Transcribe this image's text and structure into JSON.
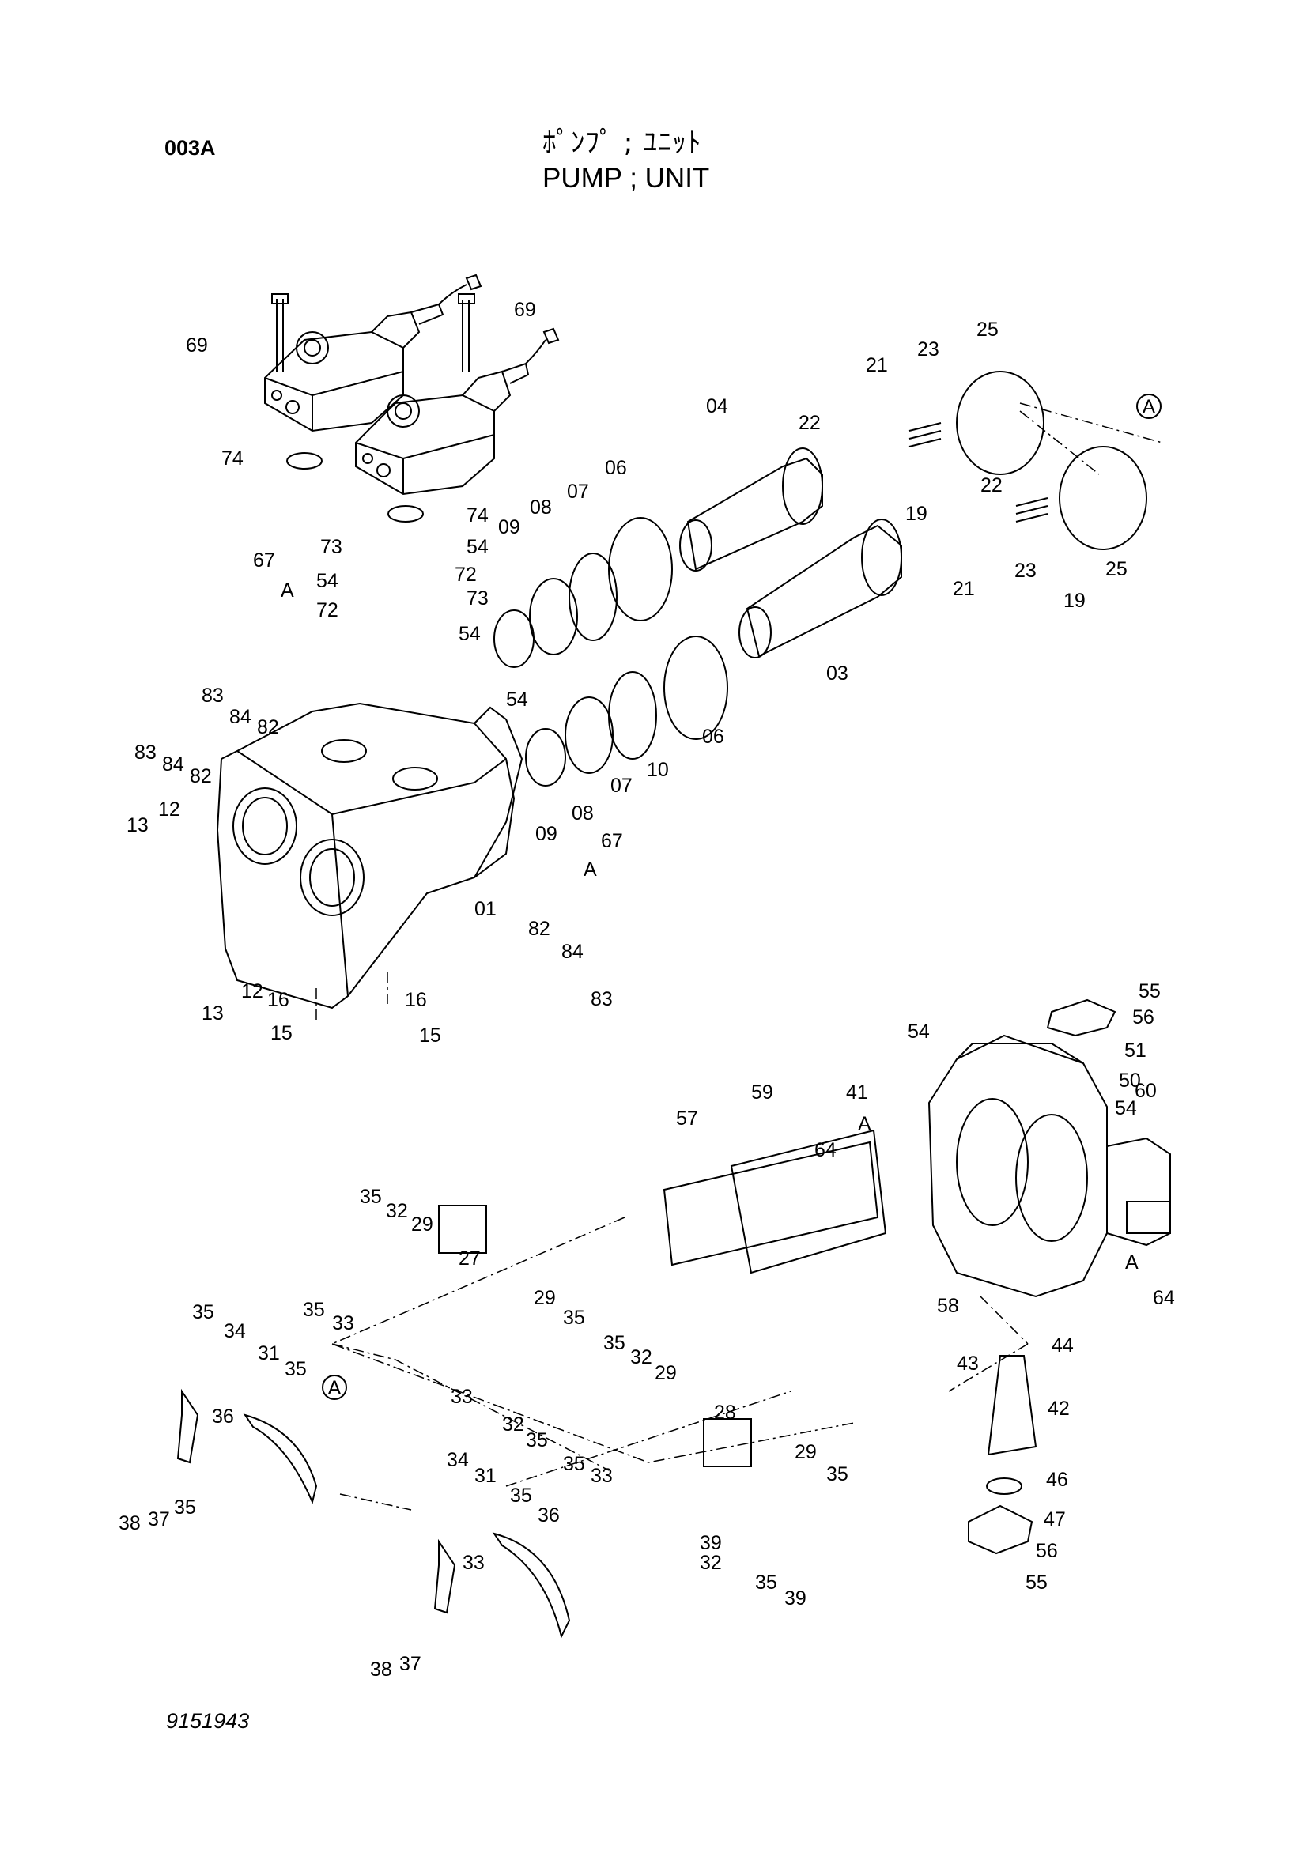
{
  "page_code": "003A",
  "title_jp": "ﾎﾟﾝﾌﾟ ; ﾕﾆｯﾄ",
  "title_en": "PUMP ; UNIT",
  "footer_code": "9151943",
  "ref_marker": "A",
  "callouts": [
    {
      "id": "c69a",
      "text": "69"
    },
    {
      "id": "c69b",
      "text": "69"
    },
    {
      "id": "c74a",
      "text": "74"
    },
    {
      "id": "c74b",
      "text": "74"
    },
    {
      "id": "c04",
      "text": "04"
    },
    {
      "id": "c21a",
      "text": "21"
    },
    {
      "id": "c23a",
      "text": "23"
    },
    {
      "id": "c25a",
      "text": "25"
    },
    {
      "id": "c22a",
      "text": "22"
    },
    {
      "id": "c19a",
      "text": "19"
    },
    {
      "id": "c22b",
      "text": "22"
    },
    {
      "id": "c21b",
      "text": "21"
    },
    {
      "id": "c23b",
      "text": "23"
    },
    {
      "id": "c25b",
      "text": "25"
    },
    {
      "id": "c19b",
      "text": "19"
    },
    {
      "id": "c03",
      "text": "03"
    },
    {
      "id": "c06a",
      "text": "06"
    },
    {
      "id": "c07a",
      "text": "07"
    },
    {
      "id": "c08a",
      "text": "08"
    },
    {
      "id": "c09a",
      "text": "09"
    },
    {
      "id": "c73a",
      "text": "73"
    },
    {
      "id": "c54a",
      "text": "54"
    },
    {
      "id": "c54b",
      "text": "54"
    },
    {
      "id": "c72a",
      "text": "72"
    },
    {
      "id": "c72b",
      "text": "72"
    },
    {
      "id": "c73b",
      "text": "73"
    },
    {
      "id": "c54c",
      "text": "54"
    },
    {
      "id": "c67a",
      "text": "67"
    },
    {
      "id": "cA1",
      "text": "A"
    },
    {
      "id": "c83a",
      "text": "83"
    },
    {
      "id": "c84a",
      "text": "84"
    },
    {
      "id": "c82a",
      "text": "82"
    },
    {
      "id": "c83b",
      "text": "83"
    },
    {
      "id": "c84b",
      "text": "84"
    },
    {
      "id": "c82b",
      "text": "82"
    },
    {
      "id": "c54d",
      "text": "54"
    },
    {
      "id": "c06b",
      "text": "06"
    },
    {
      "id": "c10",
      "text": "10"
    },
    {
      "id": "c07b",
      "text": "07"
    },
    {
      "id": "c08b",
      "text": "08"
    },
    {
      "id": "c09b",
      "text": "09"
    },
    {
      "id": "c67b",
      "text": "67"
    },
    {
      "id": "cA2",
      "text": "A"
    },
    {
      "id": "c13a",
      "text": "13"
    },
    {
      "id": "c12a",
      "text": "12"
    },
    {
      "id": "c12b",
      "text": "12"
    },
    {
      "id": "c13b",
      "text": "13"
    },
    {
      "id": "c01",
      "text": "01"
    },
    {
      "id": "c82c",
      "text": "82"
    },
    {
      "id": "c84c",
      "text": "84"
    },
    {
      "id": "c83c",
      "text": "83"
    },
    {
      "id": "c16a",
      "text": "16"
    },
    {
      "id": "c15a",
      "text": "15"
    },
    {
      "id": "c16b",
      "text": "16"
    },
    {
      "id": "c15b",
      "text": "15"
    },
    {
      "id": "c55a",
      "text": "55"
    },
    {
      "id": "c56a",
      "text": "56"
    },
    {
      "id": "c51",
      "text": "51"
    },
    {
      "id": "c54e",
      "text": "54"
    },
    {
      "id": "c50",
      "text": "50"
    },
    {
      "id": "c54f",
      "text": "54"
    },
    {
      "id": "c41",
      "text": "41"
    },
    {
      "id": "c60",
      "text": "60"
    },
    {
      "id": "c59",
      "text": "59"
    },
    {
      "id": "c57",
      "text": "57"
    },
    {
      "id": "cA3",
      "text": "A"
    },
    {
      "id": "c64a",
      "text": "64"
    },
    {
      "id": "c58",
      "text": "58"
    },
    {
      "id": "cA4",
      "text": "A"
    },
    {
      "id": "c64b",
      "text": "64"
    },
    {
      "id": "c44",
      "text": "44"
    },
    {
      "id": "c43",
      "text": "43"
    },
    {
      "id": "c42",
      "text": "42"
    },
    {
      "id": "c46",
      "text": "46"
    },
    {
      "id": "c47",
      "text": "47"
    },
    {
      "id": "c56b",
      "text": "56"
    },
    {
      "id": "c55b",
      "text": "55"
    },
    {
      "id": "c35a",
      "text": "35"
    },
    {
      "id": "c32a",
      "text": "32"
    },
    {
      "id": "c29a",
      "text": "29"
    },
    {
      "id": "c27",
      "text": "27"
    },
    {
      "id": "c35b",
      "text": "35"
    },
    {
      "id": "c33a",
      "text": "33"
    },
    {
      "id": "c29b",
      "text": "29"
    },
    {
      "id": "c35c",
      "text": "35"
    },
    {
      "id": "c35d",
      "text": "35"
    },
    {
      "id": "c34a",
      "text": "34"
    },
    {
      "id": "c31a",
      "text": "31"
    },
    {
      "id": "c35e",
      "text": "35"
    },
    {
      "id": "c36a",
      "text": "36"
    },
    {
      "id": "c33b",
      "text": "33"
    },
    {
      "id": "c32b",
      "text": "32"
    },
    {
      "id": "c35f",
      "text": "35"
    },
    {
      "id": "c35g",
      "text": "35"
    },
    {
      "id": "c32c",
      "text": "32"
    },
    {
      "id": "c29c",
      "text": "29"
    },
    {
      "id": "c28",
      "text": "28"
    },
    {
      "id": "c35h",
      "text": "35"
    },
    {
      "id": "c33c",
      "text": "33"
    },
    {
      "id": "c29d",
      "text": "29"
    },
    {
      "id": "c35i",
      "text": "35"
    },
    {
      "id": "c39a",
      "text": "39"
    },
    {
      "id": "c38a",
      "text": "38"
    },
    {
      "id": "c37a",
      "text": "37"
    },
    {
      "id": "c35j",
      "text": "35"
    },
    {
      "id": "c34b",
      "text": "34"
    },
    {
      "id": "c31b",
      "text": "31"
    },
    {
      "id": "c35k",
      "text": "35"
    },
    {
      "id": "c36b",
      "text": "36"
    },
    {
      "id": "c33d",
      "text": "33"
    },
    {
      "id": "c32d",
      "text": "32"
    },
    {
      "id": "c35l",
      "text": "35"
    },
    {
      "id": "c39b",
      "text": "39"
    },
    {
      "id": "c38b",
      "text": "38"
    },
    {
      "id": "c37b",
      "text": "37"
    }
  ]
}
